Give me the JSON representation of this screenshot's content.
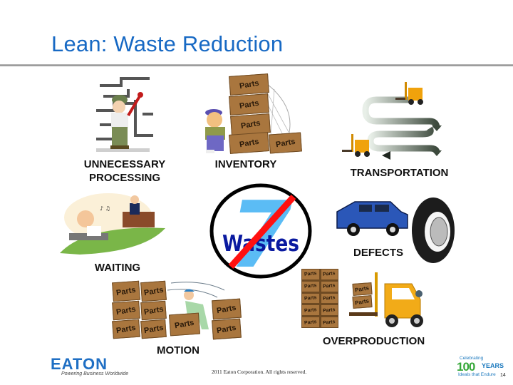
{
  "slide": {
    "title": "Lean: Waste Reduction",
    "page_number": "14",
    "accent_color": "#1769c4"
  },
  "center_symbol": {
    "number": "7",
    "word": "Wastes",
    "number_color": "#5bbcf5",
    "word_color": "#0a1aa0",
    "slash_color": "#ff1010"
  },
  "wastes": [
    {
      "id": "unnecessary-processing",
      "label_line1": "UNNECESSARY",
      "label_line2": "PROCESSING",
      "art": "plumber-with-pipes"
    },
    {
      "id": "inventory",
      "label": "INVENTORY",
      "art": "worker-with-stacked-parts-boxes",
      "box_text": "Parts"
    },
    {
      "id": "transportation",
      "label": "TRANSPORTATION",
      "art": "forklifts-with-winding-arrow"
    },
    {
      "id": "waiting",
      "label": "WAITING",
      "art": "man-waiting-at-desk"
    },
    {
      "id": "defects",
      "label": "DEFECTS",
      "art": "blue-suv-and-tire"
    },
    {
      "id": "motion",
      "label": "MOTION",
      "art": "worker-lifting-parts-box",
      "box_text": "Parts"
    },
    {
      "id": "overproduction",
      "label": "OVERPRODUCTION",
      "art": "forklift-with-parts-stack",
      "box_text": "Parts"
    }
  ],
  "footer": {
    "copyright": "2011 Eaton Corporation. All rights reserved.",
    "brand": "EATON",
    "brand_tagline": "Powering Business Worldwide",
    "anniversary_top": "Celebrating",
    "anniversary_number": "100",
    "anniversary_years": "YEARS",
    "anniversary_bottom": "Ideals that Endure"
  }
}
